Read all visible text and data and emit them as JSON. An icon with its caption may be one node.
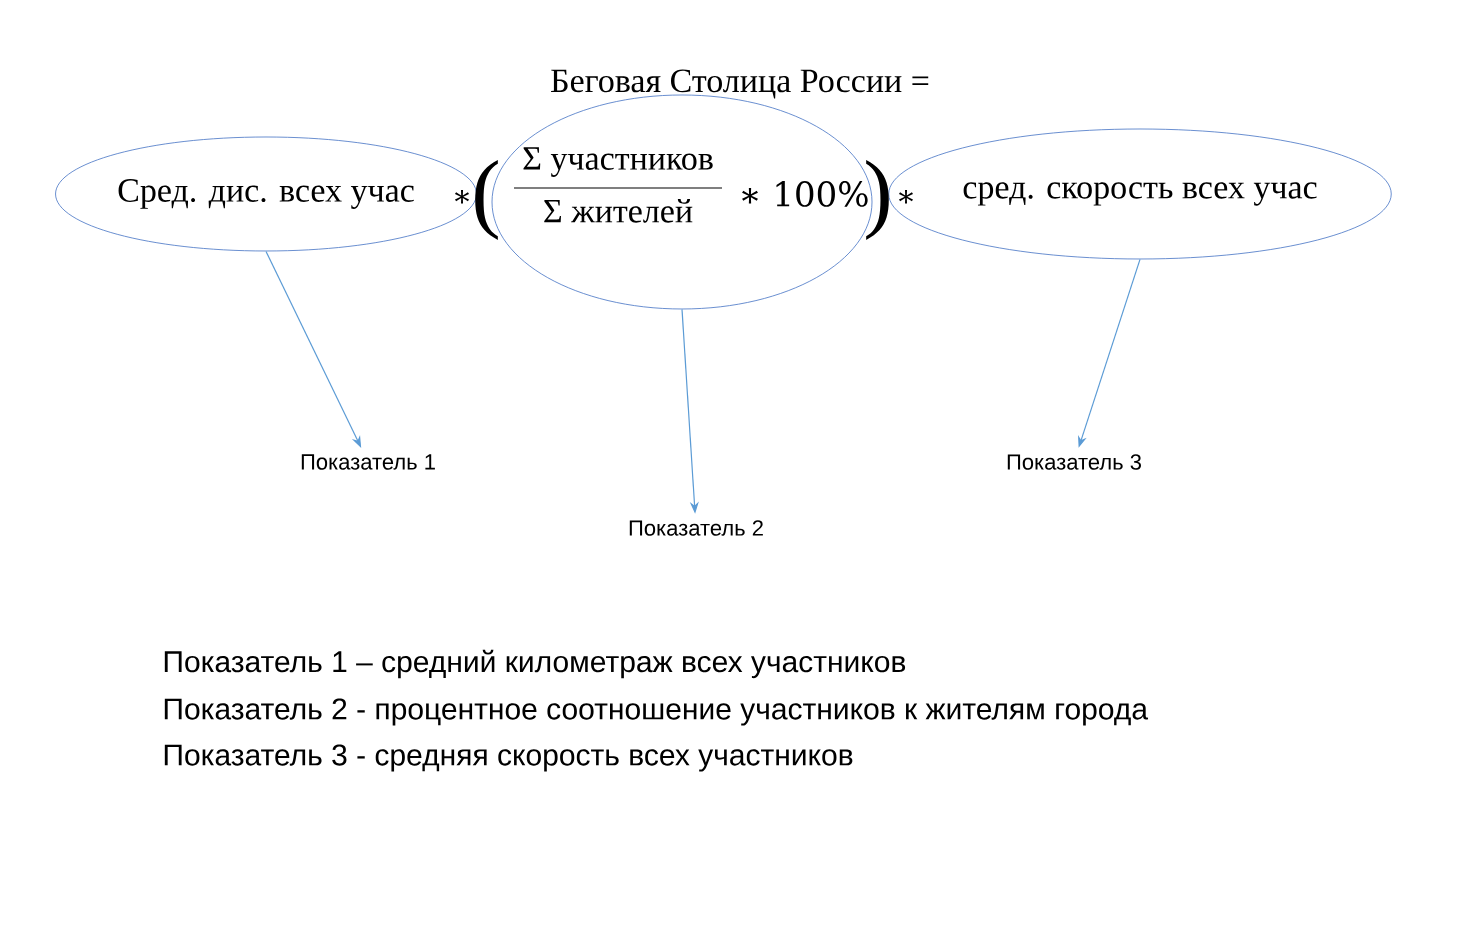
{
  "diagram": {
    "title": "Беговая Столица России =",
    "nodes": [
      {
        "text": [
          "Сред. дис. всех учас"
        ]
      },
      {
        "text": [
          "Σ участников",
          "Σ жителей",
          "∗ 100%"
        ]
      },
      {
        "text": [
          "сред. скорость всех учас"
        ]
      },
      {
        "text": [
          "Показатель 1"
        ]
      },
      {
        "text": [
          "Показатель 2"
        ]
      },
      {
        "text": [
          "Показатель 3"
        ]
      }
    ],
    "edges": [
      {
        "from": 0,
        "to": 3,
        "arrow": "to"
      },
      {
        "from": 1,
        "to": 4,
        "arrow": "to"
      },
      {
        "from": 2,
        "to": 5,
        "arrow": "to"
      }
    ],
    "labels": [
      "∗",
      "(",
      ")",
      "∗",
      "Показатель 1 – средний километраж всех участников",
      "Показатель 2 - процентное соотношение участников к жителям города",
      "Показатель 3 -  средняя скорость всех участников"
    ]
  }
}
